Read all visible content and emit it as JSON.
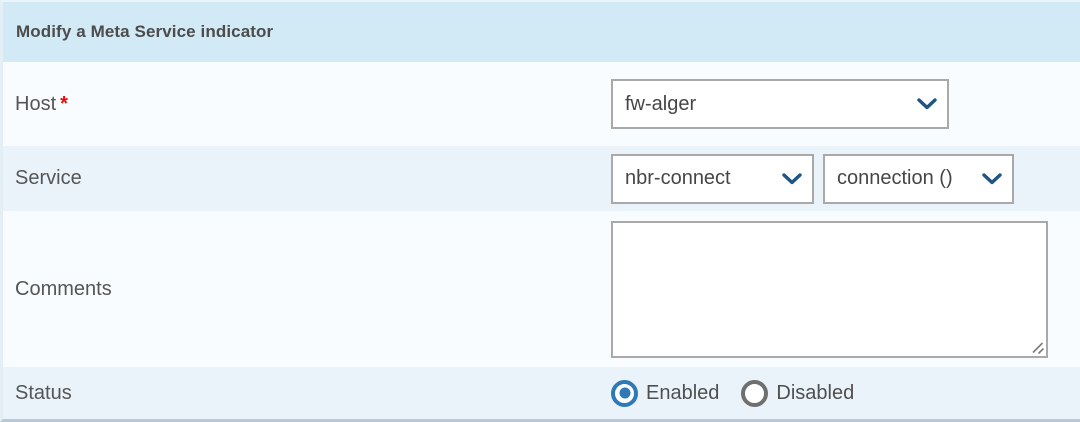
{
  "form": {
    "title": "Modify a Meta Service indicator",
    "host": {
      "label": "Host",
      "required_marker": "*",
      "value": "fw-alger"
    },
    "service": {
      "label": "Service",
      "service_value": "nbr-connect",
      "metric_value": "connection ()"
    },
    "comments": {
      "label": "Comments",
      "value": ""
    },
    "status": {
      "label": "Status",
      "options": [
        {
          "label": "Enabled",
          "selected": true
        },
        {
          "label": "Disabled",
          "selected": false
        }
      ]
    },
    "icons": {
      "select_chevron": "chevron-down",
      "textarea_corner": "resize-handle"
    },
    "colors": {
      "header_bg": "#d2e9f6",
      "row_light": "#f8fcfe",
      "row_blue": "#eaf3fa",
      "accent_blue": "#2e79b6",
      "chevron_blue": "#1f5584",
      "required_red": "#e80b0b"
    }
  }
}
